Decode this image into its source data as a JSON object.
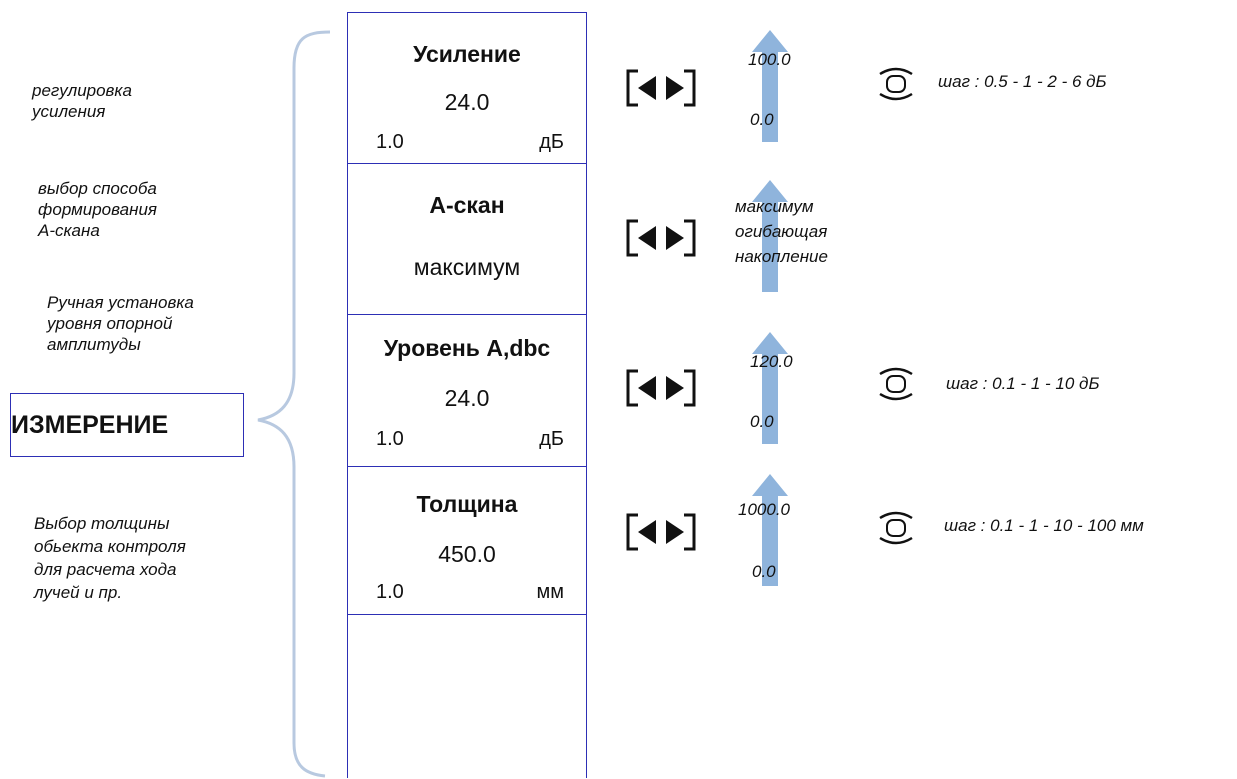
{
  "descriptions": {
    "gain": [
      "регулировка",
      "усиления"
    ],
    "ascan": [
      "выбор способа",
      "формирования",
      "А-скана"
    ],
    "ref_level": [
      "Ручная установка",
      "уровня опорной",
      "амплитуды"
    ],
    "thickness": [
      "Выбор толщины",
      "обьекта контроля",
      "для расчета хода",
      "лучей и пр."
    ]
  },
  "mode_label": "ИЗМЕРЕНИЕ",
  "menu": {
    "gain": {
      "title": "Усиление",
      "value": "24.0",
      "step": "1.0",
      "unit": "дБ"
    },
    "ascan": {
      "title": "А-скан",
      "value": "максимум"
    },
    "ref_level": {
      "title": "Уровень А,dbc",
      "value": "24.0",
      "step": "1.0",
      "unit": "дБ"
    },
    "thickness": {
      "title": "Толщина",
      "value": "450.0",
      "step": "1.0",
      "unit": "мм"
    }
  },
  "scales": {
    "gain": {
      "max": "100.0",
      "min": "0.0"
    },
    "ref_level": {
      "max": "120.0",
      "min": "0.0"
    },
    "thickness": {
      "max": "1000.0",
      "min": "0.0"
    }
  },
  "ascan_options": [
    "максимум",
    "огибающая",
    "накопление"
  ],
  "steps": {
    "gain": "шаг : 0.5 - 1 - 2  - 6 дБ",
    "ref_level": "шаг : 0.1 - 1 - 10 дБ",
    "thickness": "шаг : 0.1 - 1 - 10 - 100 мм"
  },
  "icons": {
    "arrow_keys": "left-right-arrow-keys-icon",
    "knob": "rotary-knob-icon",
    "scale_arrow": "up-arrow-icon",
    "brace": "curly-brace"
  },
  "colors": {
    "frame": "#2d2fb5",
    "scale_arrow": "#8fb4dc",
    "brace": "#b8c9e0"
  }
}
